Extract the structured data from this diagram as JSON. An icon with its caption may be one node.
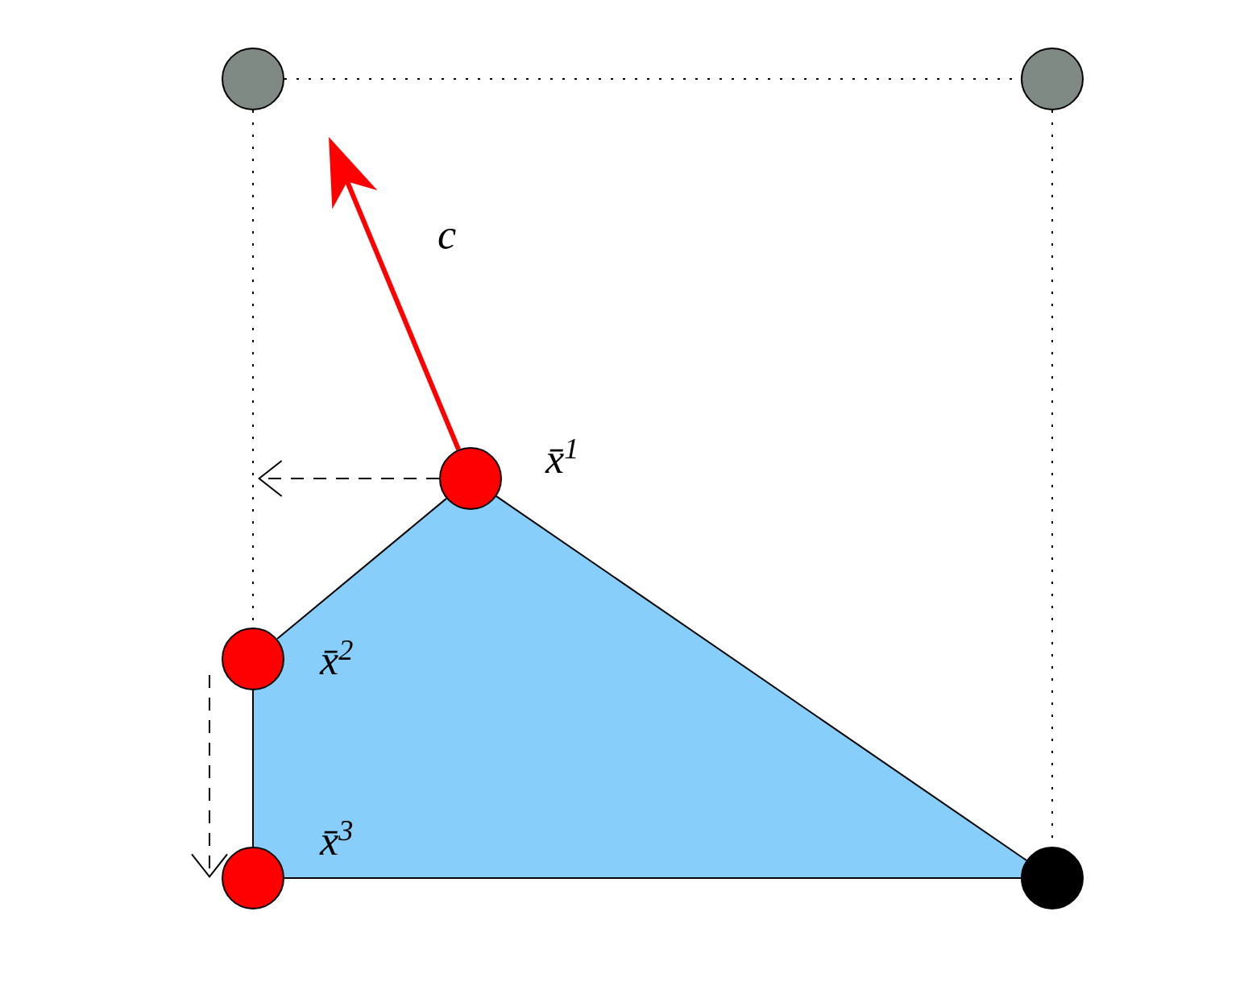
{
  "diagram": {
    "nodes": [
      {
        "text": [],
        "shape": "circle"
      },
      {
        "text": [],
        "shape": "circle"
      },
      {
        "text": [],
        "shape": "circle",
        "beside": [
          "x̄$^{1}$"
        ]
      },
      {
        "text": [],
        "shape": "circle",
        "beside": [
          "x̄$^{2}$"
        ]
      },
      {
        "text": [],
        "shape": "circle",
        "beside": [
          "x̄$^{3}$"
        ]
      },
      {
        "text": [],
        "shape": "circle"
      }
    ],
    "edges": [
      {
        "from": 0,
        "to": 1,
        "arrow": "none",
        "style": "dashed"
      },
      {
        "from": 0,
        "to": 3,
        "arrow": "none",
        "style": "dashed"
      },
      {
        "from": 1,
        "to": 5,
        "arrow": "none",
        "style": "dashed"
      },
      {
        "from": 2,
        "to": 3,
        "arrow": "none"
      },
      {
        "from": 3,
        "to": 4,
        "arrow": "none"
      },
      {
        "from": 4,
        "to": 5,
        "arrow": "none"
      },
      {
        "from": 5,
        "to": 2,
        "arrow": "none"
      },
      {
        "from": 2,
        "to": null,
        "arrow": "to",
        "style": "dashed"
      },
      {
        "from": 3,
        "to": 4,
        "arrow": "to",
        "style": "dashed"
      },
      {
        "from": 2,
        "to": null,
        "arrow": "to",
        "style": "thick",
        "color": "#ff0000",
        "label": "c"
      }
    ]
  }
}
